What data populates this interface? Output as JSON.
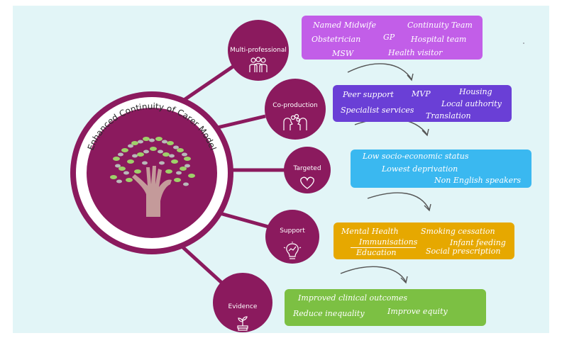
{
  "model_title": "Enhanced Continuity of Carer Model",
  "nodes": [
    {
      "label": "Multi-professional",
      "icon": "people-group-icon"
    },
    {
      "label": "Co-production",
      "icon": "two-heads-gears-icon"
    },
    {
      "label": "Targeted",
      "icon": "heart-outline-icon"
    },
    {
      "label": "Support",
      "icon": "lightbulb-chart-icon"
    },
    {
      "label": "Evidence",
      "icon": "seedling-coins-icon"
    }
  ],
  "boxes": [
    {
      "color": "#c25ee8",
      "items": [
        "Named Midwife",
        "Continuity Team",
        "Obstetrician",
        "GP",
        "Hospital team",
        "MSW",
        "Health visitor"
      ]
    },
    {
      "color": "#6a3fd6",
      "items": [
        "Peer support",
        "MVP",
        "Housing",
        "Local authority",
        "Specialist services",
        "Translation"
      ]
    },
    {
      "color": "#3ab8f0",
      "items": [
        "Low socio-economic status",
        "Lowest deprivation",
        "Non English speakers"
      ]
    },
    {
      "color": "#e6a800",
      "items": [
        "Mental Health",
        "Smoking cessation",
        "Immunisations",
        "Infant feeding",
        "Education",
        "Social prescription"
      ]
    },
    {
      "color": "#7cc043",
      "items": [
        "Improved clinical outcomes",
        "Reduce inequality",
        "Improve equity"
      ]
    }
  ],
  "colors": {
    "plum": "#8b1a5e",
    "background": "#e2f5f7",
    "trunk": "#c49a9a",
    "leaf_green": "#9fd06a",
    "leaf_grey": "#b9b9b9"
  }
}
